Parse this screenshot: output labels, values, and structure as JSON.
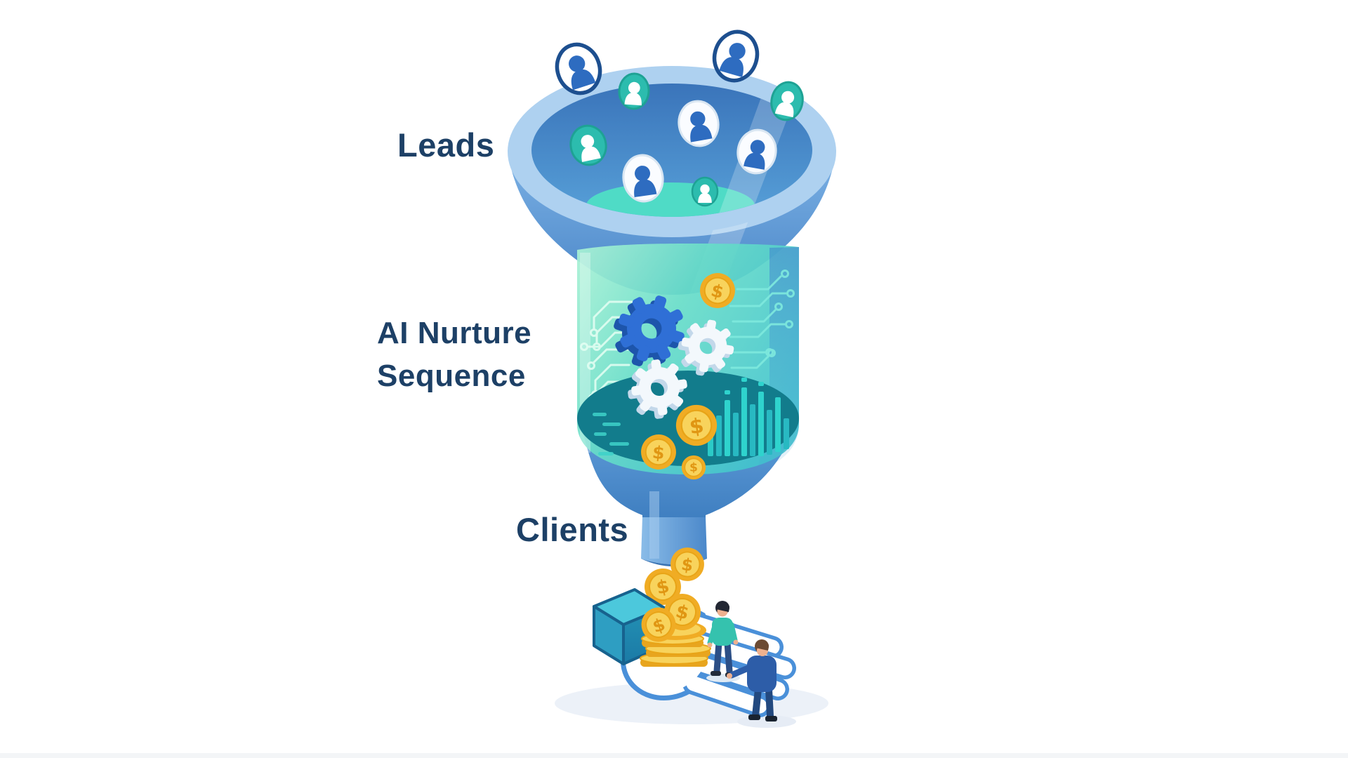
{
  "page": {
    "background": "#ffffff",
    "bottom_edge_strip": "#f3f5f7"
  },
  "diagram": {
    "type": "marketing-funnel-illustration",
    "stages": [
      {
        "id": "leads",
        "label": "Leads"
      },
      {
        "id": "ai-nurture-sequence",
        "label": "AI Nurture Sequence",
        "lines": [
          "AI Nurture",
          "Sequence"
        ]
      },
      {
        "id": "clients",
        "label": "Clients"
      }
    ]
  },
  "icons": {
    "currency_symbol": "$",
    "lead_icons": [
      {
        "name": "lead-user-icon",
        "variant": "outlined"
      },
      {
        "name": "lead-user-icon",
        "variant": "teal"
      },
      {
        "name": "lead-user-icon",
        "variant": "outlined"
      },
      {
        "name": "lead-user-icon",
        "variant": "teal"
      },
      {
        "name": "lead-user-icon",
        "variant": "teal"
      },
      {
        "name": "lead-user-icon",
        "variant": "white"
      },
      {
        "name": "lead-user-icon",
        "variant": "white"
      },
      {
        "name": "lead-user-icon",
        "variant": "white"
      },
      {
        "name": "lead-user-icon",
        "variant": "teal"
      }
    ],
    "gears": [
      "gear-icon-blue",
      "gear-icon-white-upper",
      "gear-icon-white-lower"
    ],
    "coins": [
      "coin-icon-tank-top",
      "coin-icon-tank-mid",
      "coin-icon-tank-low",
      "coin-icon-tank-partial",
      "coin-icon-falling-1",
      "coin-icon-falling-2",
      "coin-icon-tilted-1",
      "coin-icon-tilted-2",
      "coin-stack-icon"
    ],
    "hand": "open-hand-icon",
    "cuff": "sleeve-cuff-icon",
    "figures": [
      "standing-figure-teal-shirt",
      "standing-figure-blue-suit"
    ],
    "decorations": [
      "circuit-traces-decoration",
      "equalizer-bars-decoration"
    ]
  },
  "palette": {
    "page_bg": "#ffffff",
    "bottom_strip": "#f3f5f7",
    "label_text": "#1d4066",
    "funnel_rim": "#aed1f0",
    "funnel_body_light": "#7db2e5",
    "funnel_body": "#4a86c8",
    "funnel_inner_top": "#3a74ba",
    "funnel_inner_bottom": "#57a0d8",
    "glow_teal": "#4fdec5",
    "glass_mint": "#abf2d5",
    "glass_mid": "#67ddc8",
    "glass_teal": "#43c4cd",
    "tank_dark": "#127c8c",
    "bar_teal": "#2fd3cd",
    "trace_light": "#e6fff4",
    "trace_teal": "#7feade",
    "gear_blue": "#2f6fd6",
    "gear_blue_dark": "#1d55ab",
    "gear_white": "#f3f8fc",
    "gear_white_shadow": "#c3d8ea",
    "coin_gold": "#f0ac24",
    "coin_face": "#f8d35c",
    "coin_detail": "#e09613",
    "icon_teal": "#2cbcae",
    "icon_ring_navy": "#1d4f8f",
    "person_blue": "#2e6cc0",
    "hand_outline": "#4a90d9",
    "cuff_top": "#4cc8dc",
    "cuff_side": "#2e9ec2",
    "cuff_front": "#2391b4",
    "shirt_teal": "#35c2ae",
    "pants_navy": "#2c4f86",
    "suit_blue": "#2d5da8",
    "suit_dark": "#23497f",
    "skin": "#eeb18f",
    "shadow": "#ecf1f8"
  }
}
